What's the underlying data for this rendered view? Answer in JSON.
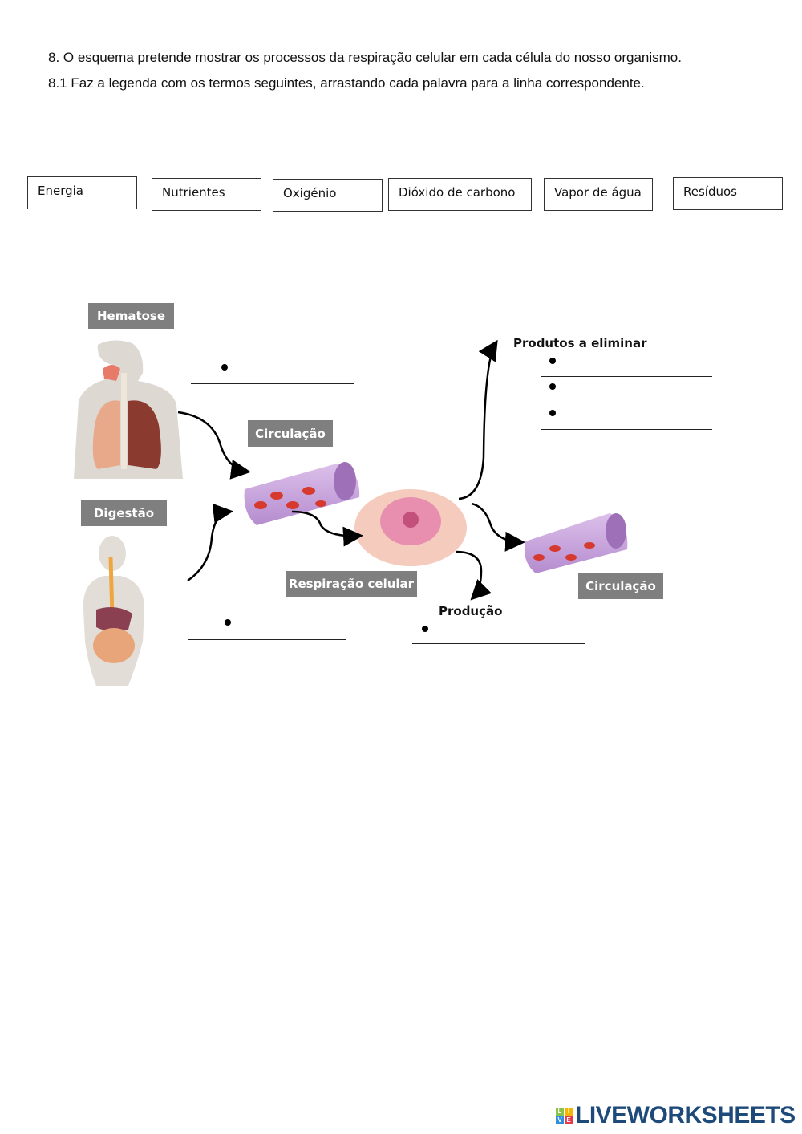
{
  "instructions": {
    "q8": "8. O esquema pretende mostrar os processos da respiração celular em cada célula do nosso organismo.",
    "q8_1": "8.1 Faz a legenda com os termos seguintes, arrastando cada palavra para a linha correspondente."
  },
  "word_bank": [
    "Energia",
    "Nutrientes",
    "Oxigénio",
    "Dióxido de carbono",
    "Vapor de água",
    "Resíduos"
  ],
  "diagram": {
    "hematose": "Hematose",
    "digestao": "Digestão",
    "circulacao_1": "Circulação",
    "circulacao_2": "Circulação",
    "respiracao_celular": "Respiração celular",
    "produtos_a_eliminar": "Produtos a eliminar",
    "producao": "Produção"
  },
  "branding": {
    "logo_text": "LIVEWORKSHEETS",
    "logo_cube": [
      "L",
      "I",
      "V",
      "E"
    ],
    "logo_color": "#1e4a7a"
  },
  "colors": {
    "label_bg": "#7f7f7f",
    "vessel": "#c9a3dc",
    "blood_cell": "#d63a2e"
  }
}
